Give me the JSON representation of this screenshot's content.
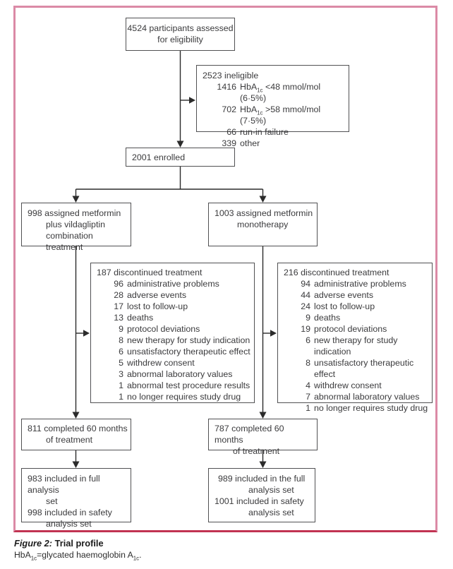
{
  "figure": {
    "caption_label": "Figure 2:",
    "caption_title": " Trial profile",
    "note": {
      "pre": "HbA",
      "sub1": "1c",
      "mid": "=glycated haemoglobin A",
      "sub2": "1c",
      "post": "."
    }
  },
  "colors": {
    "frame_pink": "#db8aa6",
    "frame_crimson": "#c13352",
    "box_border": "#515153",
    "line": "#2b2b2b",
    "text": "#3b3b3d"
  },
  "boxes": {
    "eligibility": {
      "line1": "4524 participants assessed",
      "line2": "for eligibility"
    },
    "ineligible": {
      "header": "2523 ineligible",
      "items": [
        {
          "num": "1416",
          "pre": "HbA",
          "sub": "1c",
          "post": " <48 mmol/mol (6·5%)"
        },
        {
          "num": "702",
          "pre": "HbA",
          "sub": "1c",
          "post": " >58 mmol/mol (7·5%)"
        },
        {
          "num": "66",
          "text": "run-in failure"
        },
        {
          "num": "339",
          "text": "other"
        }
      ]
    },
    "enrolled": {
      "text": "2001 enrolled"
    },
    "assign_left": {
      "line1": "998 assigned metformin",
      "line2": "plus vildagliptin",
      "line3": "combination treatment"
    },
    "assign_right": {
      "line1": "1003 assigned metformin",
      "line2": "monotherapy"
    },
    "disc_left": {
      "header": "187 discontinued treatment",
      "items": [
        {
          "num": "96",
          "text": "administrative problems"
        },
        {
          "num": "28",
          "text": "adverse events"
        },
        {
          "num": "17",
          "text": "lost to follow-up"
        },
        {
          "num": "13",
          "text": "deaths"
        },
        {
          "num": "9",
          "text": "protocol deviations"
        },
        {
          "num": "8",
          "text": "new therapy for study indication"
        },
        {
          "num": "6",
          "text": "unsatisfactory therapeutic effect"
        },
        {
          "num": "5",
          "text": "withdrew consent"
        },
        {
          "num": "3",
          "text": "abnormal laboratory values"
        },
        {
          "num": "1",
          "text": "abnormal test procedure results"
        },
        {
          "num": "1",
          "text": "no longer requires study drug"
        }
      ]
    },
    "disc_right": {
      "header": "216 discontinued treatment",
      "items": [
        {
          "num": "94",
          "text": "administrative problems"
        },
        {
          "num": "44",
          "text": "adverse events"
        },
        {
          "num": "24",
          "text": "lost to follow-up"
        },
        {
          "num": "9",
          "text": "deaths"
        },
        {
          "num": "19",
          "text": "protocol deviations"
        },
        {
          "num": "6",
          "text": "new therapy for study indication"
        },
        {
          "num": "8",
          "text": "unsatisfactory therapeutic effect"
        },
        {
          "num": "4",
          "text": "withdrew consent"
        },
        {
          "num": "7",
          "text": "abnormal laboratory values"
        },
        {
          "num": "1",
          "text": "no longer requires study drug"
        }
      ]
    },
    "completed_left": {
      "line1": "811 completed 60 months",
      "line2": "of treatment"
    },
    "completed_right": {
      "line1": "787 completed 60 months",
      "line2": "of treatment"
    },
    "analysis_left": {
      "line1": "983 included in full analysis",
      "line2": "set",
      "line3": "998 included in safety",
      "line4": "analysis set"
    },
    "analysis_right": {
      "line1": "989 included in the full",
      "line2": "analysis set",
      "line3": "1001 included in safety",
      "line4": "analysis set"
    }
  }
}
